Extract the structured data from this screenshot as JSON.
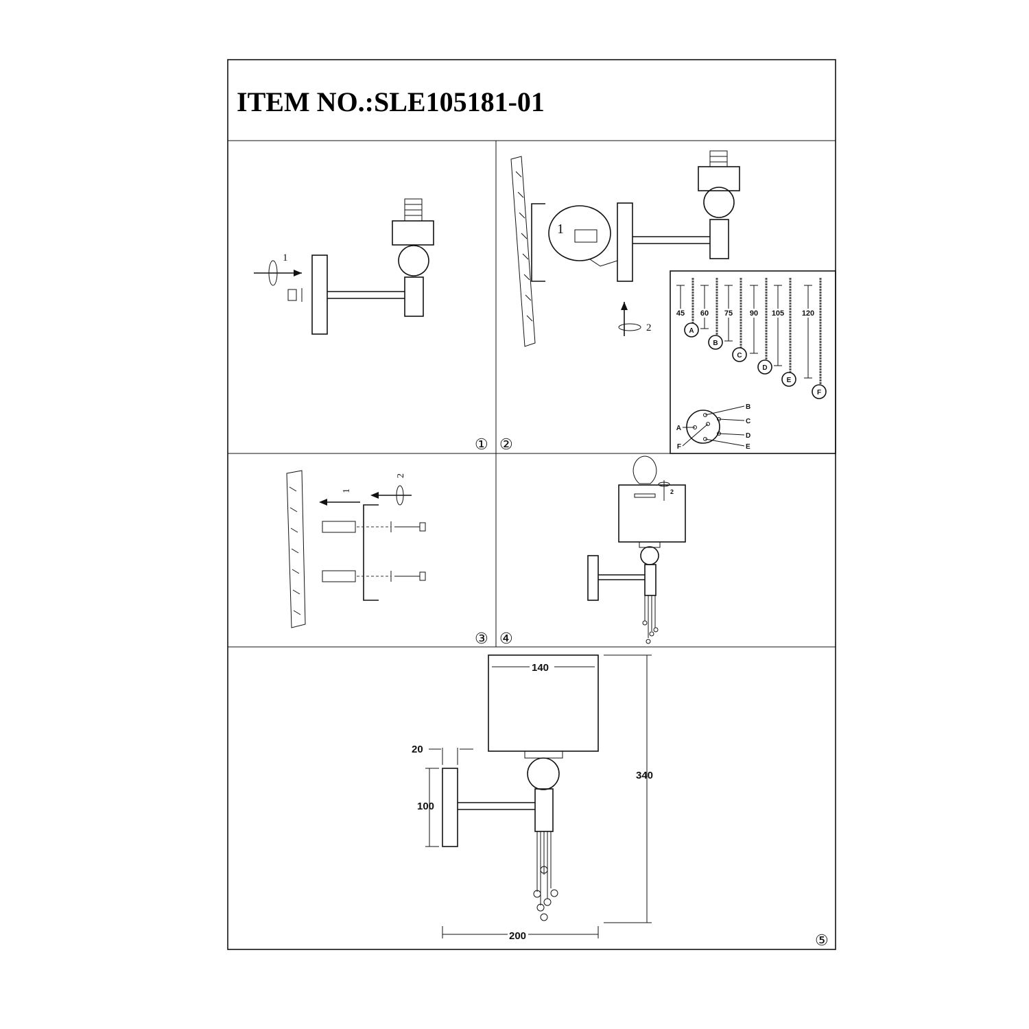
{
  "title": "ITEM NO.:SLE105181-01",
  "steps": {
    "s1": "①",
    "s2": "②",
    "s3": "③",
    "s4": "④",
    "s5": "⑤"
  },
  "step1": {
    "arrow_label": "1"
  },
  "step2": {
    "detail_label": "1",
    "rotate_label": "2"
  },
  "step3": {
    "arrow1_label": "1",
    "arrow2_label": "2"
  },
  "step4": {
    "rotate_label": "2"
  },
  "chain_chart": {
    "chains": [
      {
        "length": "45",
        "label": "A"
      },
      {
        "length": "60",
        "label": "B"
      },
      {
        "length": "75",
        "label": "C"
      },
      {
        "length": "90",
        "label": "D"
      },
      {
        "length": "105",
        "label": "E"
      },
      {
        "length": "120",
        "label": "F"
      }
    ],
    "layout_labels": {
      "A": "A",
      "B": "B",
      "C": "C",
      "D": "D",
      "E": "E",
      "F": "F"
    }
  },
  "dimensions": {
    "shade_width": "140",
    "height": "340",
    "backplate_depth": "20",
    "backplate_height": "100",
    "total_width": "200"
  }
}
